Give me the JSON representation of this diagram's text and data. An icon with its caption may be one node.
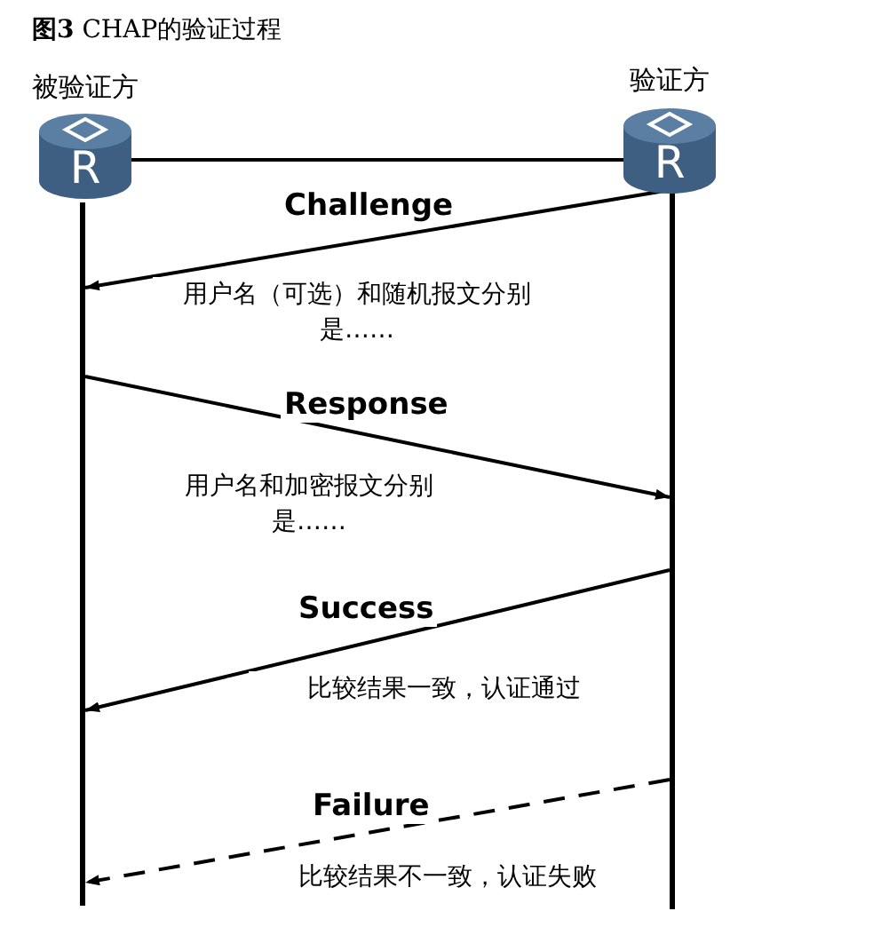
{
  "diagram": {
    "title": "**图3** CHAP的验证过程",
    "nodes": [
      {
        "text": [
          "被验证方",
          "R"
        ]
      },
      {
        "text": [
          "验证方",
          "R"
        ]
      },
      {
        "text": [],
        "shape": "bar"
      },
      {
        "text": [],
        "shape": "bar"
      }
    ],
    "edges": [
      {
        "from": 0,
        "to": 1,
        "arrow": "none"
      },
      {
        "from": 3,
        "to": 2,
        "arrow": "to",
        "label": "Challenge"
      },
      {
        "from": 2,
        "to": 3,
        "arrow": "to",
        "label": "Response"
      },
      {
        "from": 3,
        "to": 2,
        "arrow": "to",
        "label": "Success"
      },
      {
        "from": 3,
        "to": 2,
        "arrow": "to",
        "label": "Failure",
        "style": "dashed"
      }
    ],
    "labels": [
      "用户名（可选）和随机报文分别是……",
      "用户名和加密报文分别是……",
      "比较结果一致，认证通过",
      "比较结果不一致，认证失败"
    ]
  }
}
